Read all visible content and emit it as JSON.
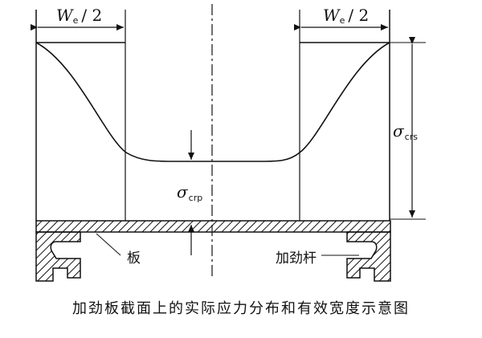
{
  "labels": {
    "we_left_main": "W",
    "we_left_sub": "e",
    "we_left_tail": "/ 2",
    "we_right_main": "W",
    "we_right_sub": "e",
    "we_right_tail": "/ 2",
    "sigma_crs_main": "σ",
    "sigma_crs_sub": "crs",
    "sigma_crp_main": "σ",
    "sigma_crp_sub": "crp",
    "plate": "板",
    "stiffener": "加劲杆"
  },
  "caption": "加劲板截面上的实际应力分布和有效宽度示意图"
}
